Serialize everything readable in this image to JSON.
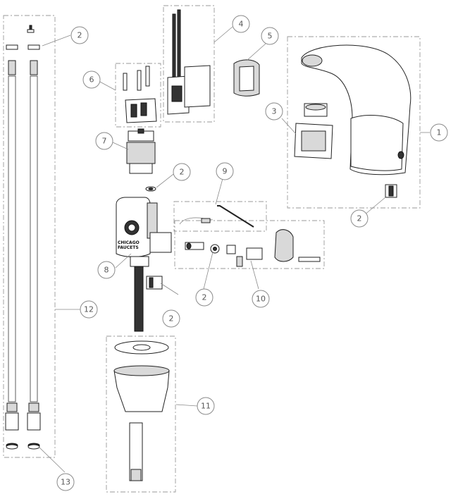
{
  "diagram": {
    "callouts": [
      {
        "id": "callout-1",
        "label": "1"
      },
      {
        "id": "callout-2a",
        "label": "2"
      },
      {
        "id": "callout-2b",
        "label": "2"
      },
      {
        "id": "callout-2c",
        "label": "2"
      },
      {
        "id": "callout-2d",
        "label": "2"
      },
      {
        "id": "callout-2e",
        "label": "2"
      },
      {
        "id": "callout-3",
        "label": "3"
      },
      {
        "id": "callout-4",
        "label": "4"
      },
      {
        "id": "callout-5",
        "label": "5"
      },
      {
        "id": "callout-6",
        "label": "6"
      },
      {
        "id": "callout-7",
        "label": "7"
      },
      {
        "id": "callout-8",
        "label": "8"
      },
      {
        "id": "callout-9",
        "label": "9"
      },
      {
        "id": "callout-10",
        "label": "10"
      },
      {
        "id": "callout-11",
        "label": "11"
      },
      {
        "id": "callout-12",
        "label": "12"
      },
      {
        "id": "callout-13",
        "label": "13"
      }
    ],
    "brand_line1": "CHICAGO",
    "brand_line2": "FAUCETS",
    "colors": {
      "line": "#222222",
      "callout": "#8a8a8a",
      "fill_gray": "#d9d9d9"
    }
  }
}
